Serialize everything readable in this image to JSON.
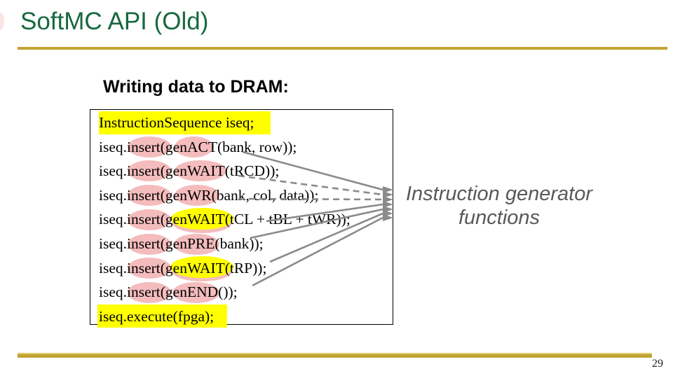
{
  "slide": {
    "title": "SoftMC API (Old)",
    "section_heading": "Writing data to DRAM:",
    "code": {
      "lines": [
        "InstructionSequence iseq;",
        "iseq.insert(genACT(bank, row));",
        "iseq.insert(genWAIT(tRCD));",
        "iseq.insert(genWR(bank, col, data));",
        "iseq.insert(genWAIT(tCL + tBL + tWR));",
        "iseq.insert(genPRE(bank));",
        "iseq.insert(genWAIT(tRP));",
        "iseq.insert(genEND());",
        "iseq.execute(fpga);"
      ]
    },
    "callout": {
      "line1": "Instruction generator",
      "line2": "functions"
    },
    "page_number": "29",
    "colors": {
      "title_green": "#17683F",
      "rule_gold": "#C1A233",
      "highlight_yellow": "#FFFF00",
      "highlight_pink": "#F4BCBC",
      "arrow_gray": "#8A8A8A",
      "callout_gray": "#595959"
    }
  }
}
